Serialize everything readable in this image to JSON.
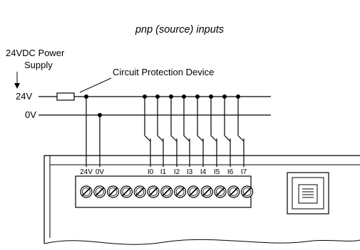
{
  "diagram": {
    "title": "pnp (source) inputs",
    "power_supply_label_line1": "24VDC Power",
    "power_supply_label_line2": "Supply",
    "protection_label": "Circuit Protection Device",
    "rail_24v_label": "24V",
    "rail_0v_label": "0V",
    "terminals": {
      "power": [
        "24V",
        "0V"
      ],
      "inputs": [
        "I0",
        "I1",
        "I2",
        "I3",
        "I4",
        "I5",
        "I6",
        "I7"
      ]
    }
  }
}
